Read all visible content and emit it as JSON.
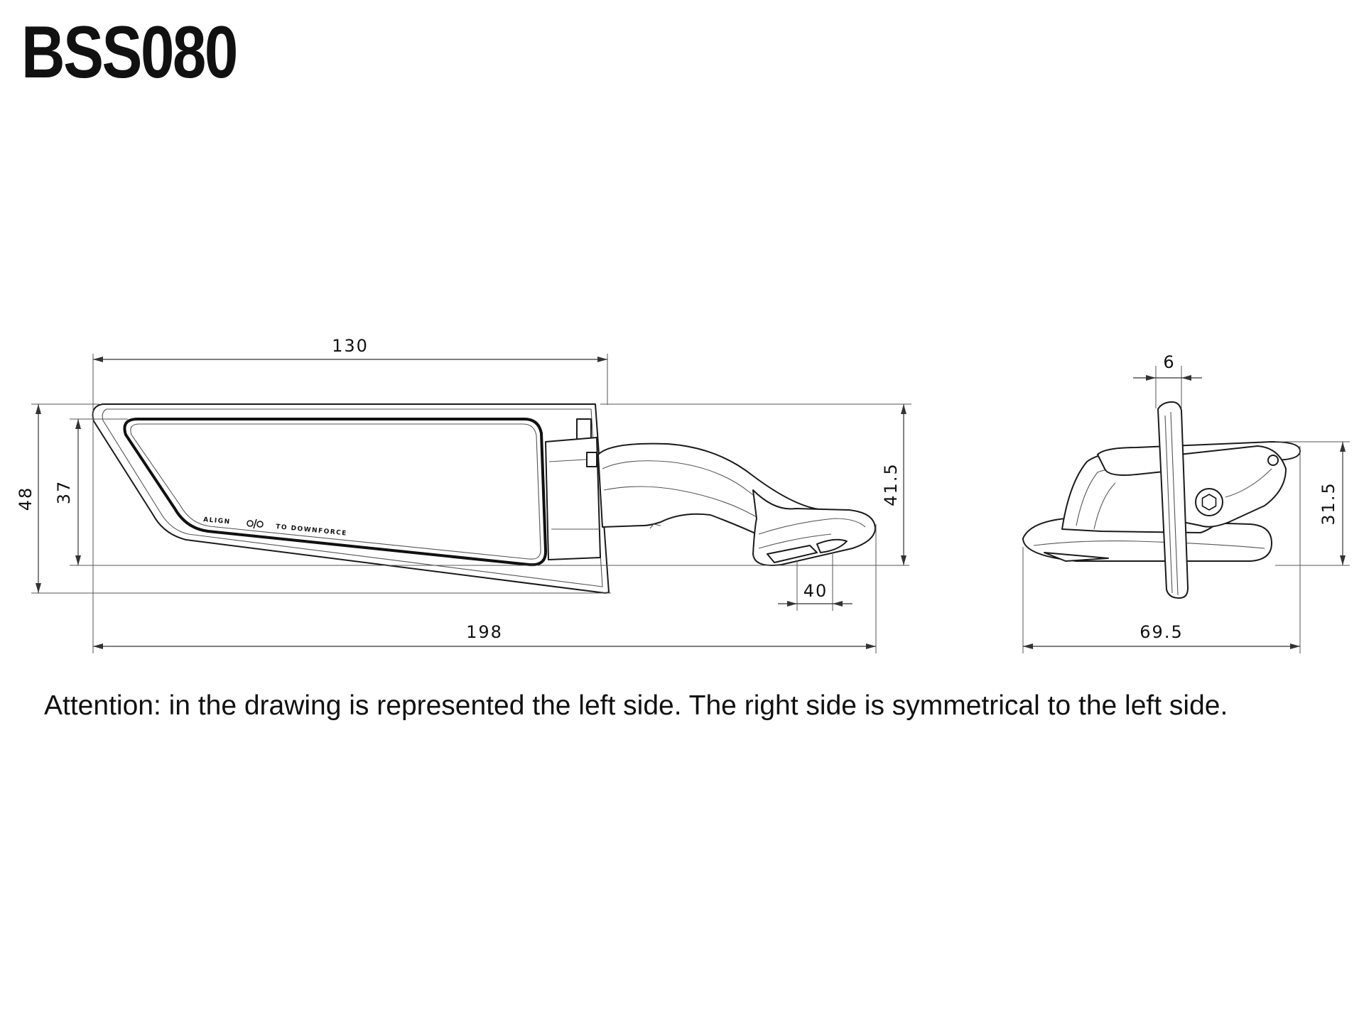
{
  "title": "BSS080",
  "side_view": {
    "mirror_label_left": "ALIGN",
    "mirror_label_right": "TO DOWNFORCE",
    "dimensions": {
      "top_width": "130",
      "overall_width": "198",
      "overall_height": "48",
      "glass_height": "37",
      "mount_height": "41.5",
      "base_width": "40"
    }
  },
  "front_view": {
    "dimensions": {
      "thickness": "6",
      "height": "31.5",
      "width": "69.5"
    }
  },
  "note": "Attention: in the drawing is represented the left side. The right side is symmetrical to the left side."
}
